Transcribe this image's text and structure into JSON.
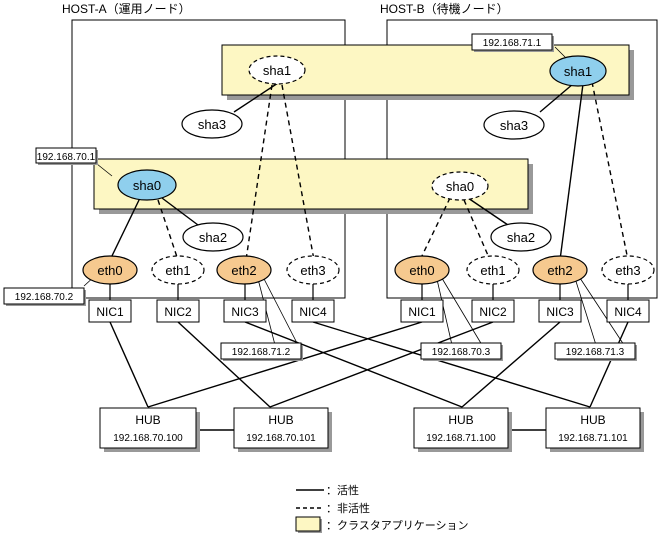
{
  "hosts": {
    "a_label": "HOST-A（運用ノード）",
    "b_label": "HOST-B（待機ノード）"
  },
  "nodes": {
    "a_sha1": "sha1",
    "a_sha3": "sha3",
    "a_sha0": "sha0",
    "a_sha2": "sha2",
    "a_eth0": "eth0",
    "a_eth1": "eth1",
    "a_eth2": "eth2",
    "a_eth3": "eth3",
    "b_sha1": "sha1",
    "b_sha3": "sha3",
    "b_sha0": "sha0",
    "b_sha2": "sha2",
    "b_eth0": "eth0",
    "b_eth1": "eth1",
    "b_eth2": "eth2",
    "b_eth3": "eth3"
  },
  "nics": {
    "a1": "NIC1",
    "a2": "NIC2",
    "a3": "NIC3",
    "a4": "NIC4",
    "b1": "NIC1",
    "b2": "NIC2",
    "b3": "NIC3",
    "b4": "NIC4"
  },
  "ips": {
    "a_sha0": "192.168.70.1",
    "b_sha1": "192.168.71.1",
    "a_eth0": "192.168.70.2",
    "a_eth2": "192.168.71.2",
    "b_eth0": "192.168.70.3",
    "b_eth2": "192.168.71.3"
  },
  "hubs": [
    {
      "name": "HUB",
      "ip": "192.168.70.100"
    },
    {
      "name": "HUB",
      "ip": "192.168.70.101"
    },
    {
      "name": "HUB",
      "ip": "192.168.71.100"
    },
    {
      "name": "HUB",
      "ip": "192.168.71.101"
    }
  ],
  "legend": {
    "active": "：活性",
    "inactive": "：非活性",
    "cluster_app": "：クラスタアプリケーション"
  },
  "colors": {
    "cluster_fill": "#fdf7c3",
    "active_sha": "#8fcfed",
    "eth_active": "#f6c98f",
    "shadow": "#999999"
  }
}
